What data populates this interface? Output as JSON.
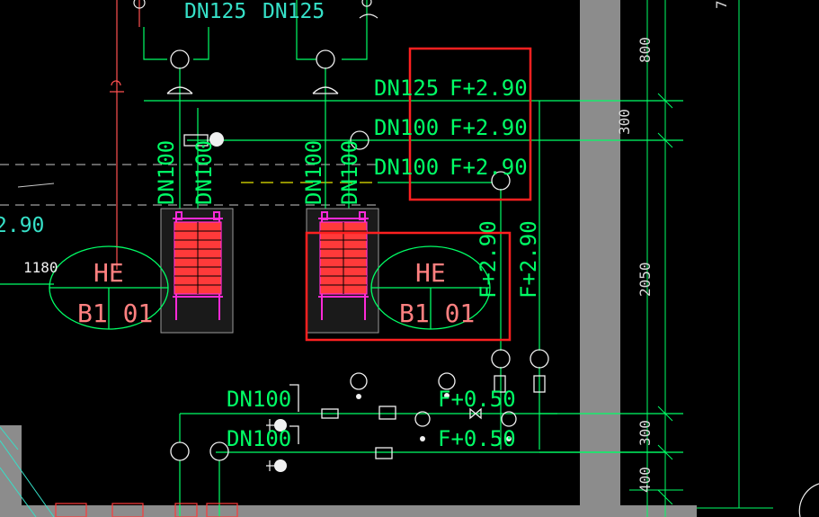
{
  "drawing": {
    "top_labels": [
      "DN125",
      "DN125"
    ],
    "box_lines": [
      {
        "size": "DN125",
        "elev": "F+2.90"
      },
      {
        "size": "DN100",
        "elev": "F+2.90"
      },
      {
        "size": "DN100",
        "elev": "F+2.90"
      }
    ],
    "riser_labels": [
      "DN100",
      "DN100",
      "DN100",
      "DN100"
    ],
    "left_elev": "2.90",
    "left_dim": "1180",
    "vertical_elevs": [
      "F+2.90",
      "F+2.90"
    ],
    "exchangers": [
      {
        "tag_top": "HE",
        "tag_bottom": "B1 01"
      },
      {
        "tag_top": "HE",
        "tag_bottom": "B1 01"
      }
    ],
    "lower_pipes": [
      {
        "size": "DN100",
        "elev": "F+0.50"
      },
      {
        "size": "DN100",
        "elev": "F+0.50"
      }
    ],
    "dimensions": [
      "800",
      "300",
      "2050",
      "300",
      "400"
    ],
    "edge_mark": "7"
  },
  "colors": {
    "background": "#000000",
    "pipe": "#00ff66",
    "pipe_text": "#00ff66",
    "dim_text": "#d8d8d8",
    "exchanger": "#ff2ad8",
    "exchanger_core": "#ff3a3a",
    "tag": "#ff8080",
    "highlight_box": "#ff2020",
    "wall": "#8c8c8c",
    "dashed": "#c8c8c8"
  }
}
